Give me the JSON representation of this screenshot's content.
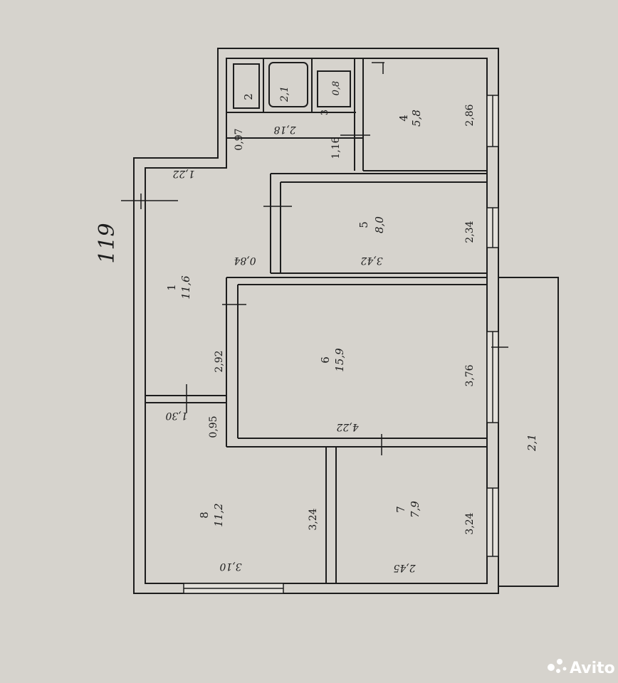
{
  "plan": {
    "section_number": "119",
    "rooms": [
      {
        "id": "1",
        "area": "11,6"
      },
      {
        "id": "2",
        "area": ""
      },
      {
        "id": "3",
        "area": "0,8"
      },
      {
        "id": "4",
        "area": "5,8"
      },
      {
        "id": "5",
        "area": "8,0"
      },
      {
        "id": "6",
        "area": "15,9"
      },
      {
        "id": "7",
        "area": "7,9"
      },
      {
        "id": "8",
        "area": "11,2"
      }
    ],
    "small_values": {
      "wc_area": "2,1"
    },
    "dimensions": {
      "d_122": "1,22",
      "d_097": "0,97",
      "d_218": "2,18",
      "d_116": "1,16",
      "d_286": "2,86",
      "d_234": "2,34",
      "d_342": "3,42",
      "d_084": "0,84",
      "d_292": "2,92",
      "d_376": "3,76",
      "d_130": "1,30",
      "d_095": "0,95",
      "d_422": "4,22",
      "d_324_left": "3,24",
      "d_324_right": "3,24",
      "d_310": "3,10",
      "d_245": "2,45",
      "d_balcony": "2,1"
    }
  },
  "watermark": {
    "text": "Avito"
  },
  "colors": {
    "paper": "#d6d3cd",
    "ink": "#1d1d1d",
    "wall_fill": "#cfccc5"
  }
}
